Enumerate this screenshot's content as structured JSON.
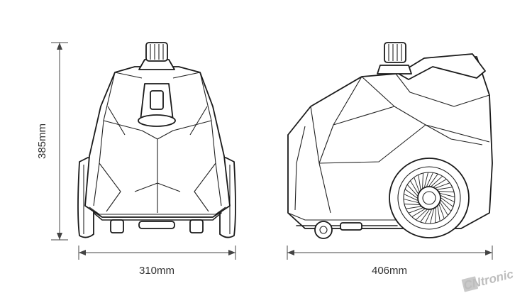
{
  "dimensions": {
    "height_label": "385mm",
    "front_width_label": "310mm",
    "side_depth_label": "406mm"
  },
  "watermark": {
    "logo_text": "CNtronic"
  },
  "colors": {
    "background": "#ffffff",
    "line": "#1a1a1a",
    "dimension_text": "#333333",
    "watermark": "#bdbdbd"
  }
}
